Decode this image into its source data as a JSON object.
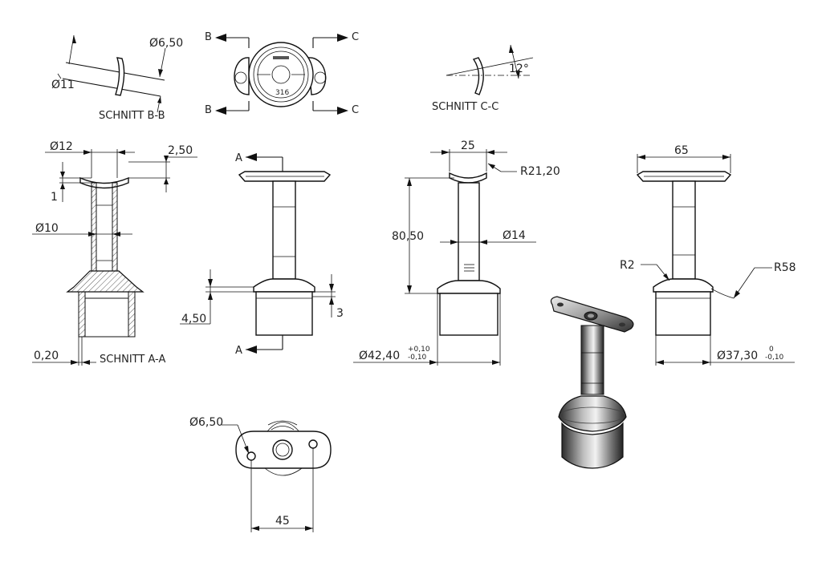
{
  "drawing": {
    "dims": {
      "phi_6_50_top": "Ø6,50",
      "phi_11": "Ø11",
      "phi_12": "Ø12",
      "d_2_50": "2,50",
      "d_1": "1",
      "phi_10": "Ø10",
      "d_0_20": "0,20",
      "d_4_50": "4,50",
      "d_3": "3",
      "d_25": "25",
      "r_21_20": "R21,20",
      "d_80_50": "80,50",
      "phi_14": "Ø14",
      "phi_42_40": "Ø42,40",
      "tol_42_up": "+0,10",
      "tol_42_dn": "-0,10",
      "d_65": "65",
      "r_2": "R2",
      "r_58": "R58",
      "phi_37_30": "Ø37,30",
      "tol_37_up": "0",
      "tol_37_dn": "-0,10",
      "angle_12": "12°",
      "phi_6_50_bottom": "Ø6,50",
      "d_45": "45"
    },
    "labels": {
      "section_bb": "SCHNITT B-B",
      "section_cc": "SCHNITT C-C",
      "section_aa": "SCHNITT A-A",
      "arrow_b": "B",
      "arrow_c": "C",
      "arrow_a": "A",
      "stamp_code": "316"
    },
    "colors": {
      "line": "#111111",
      "paper": "#ffffff",
      "shade_dark": "#2a2a2a",
      "shade_light": "#d8d8d8"
    }
  }
}
